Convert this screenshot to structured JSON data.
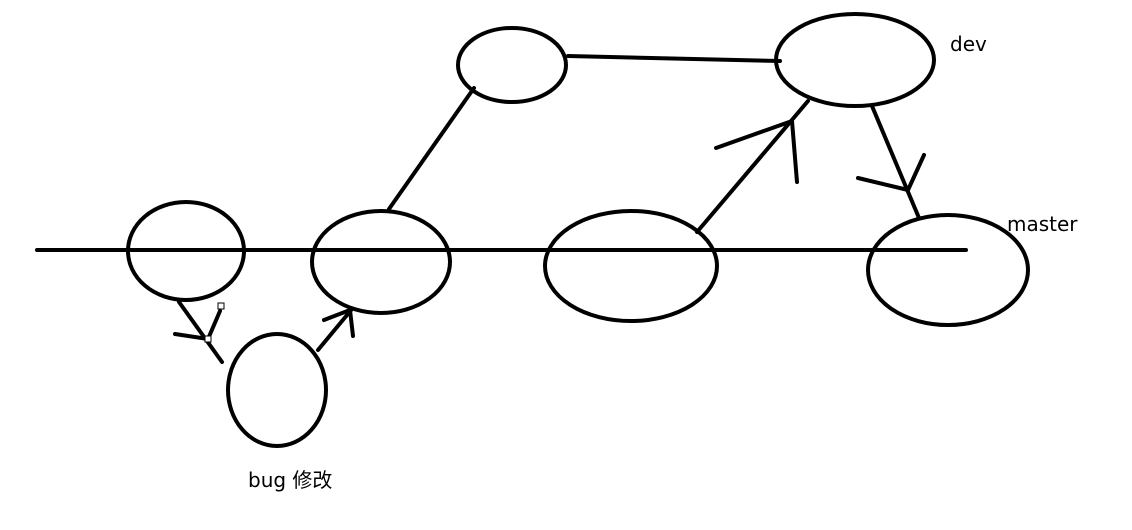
{
  "labels": {
    "dev": "dev",
    "master": "master",
    "bug": "bug 修改"
  },
  "colors": {
    "stroke": "#000000",
    "background": "#ffffff"
  }
}
